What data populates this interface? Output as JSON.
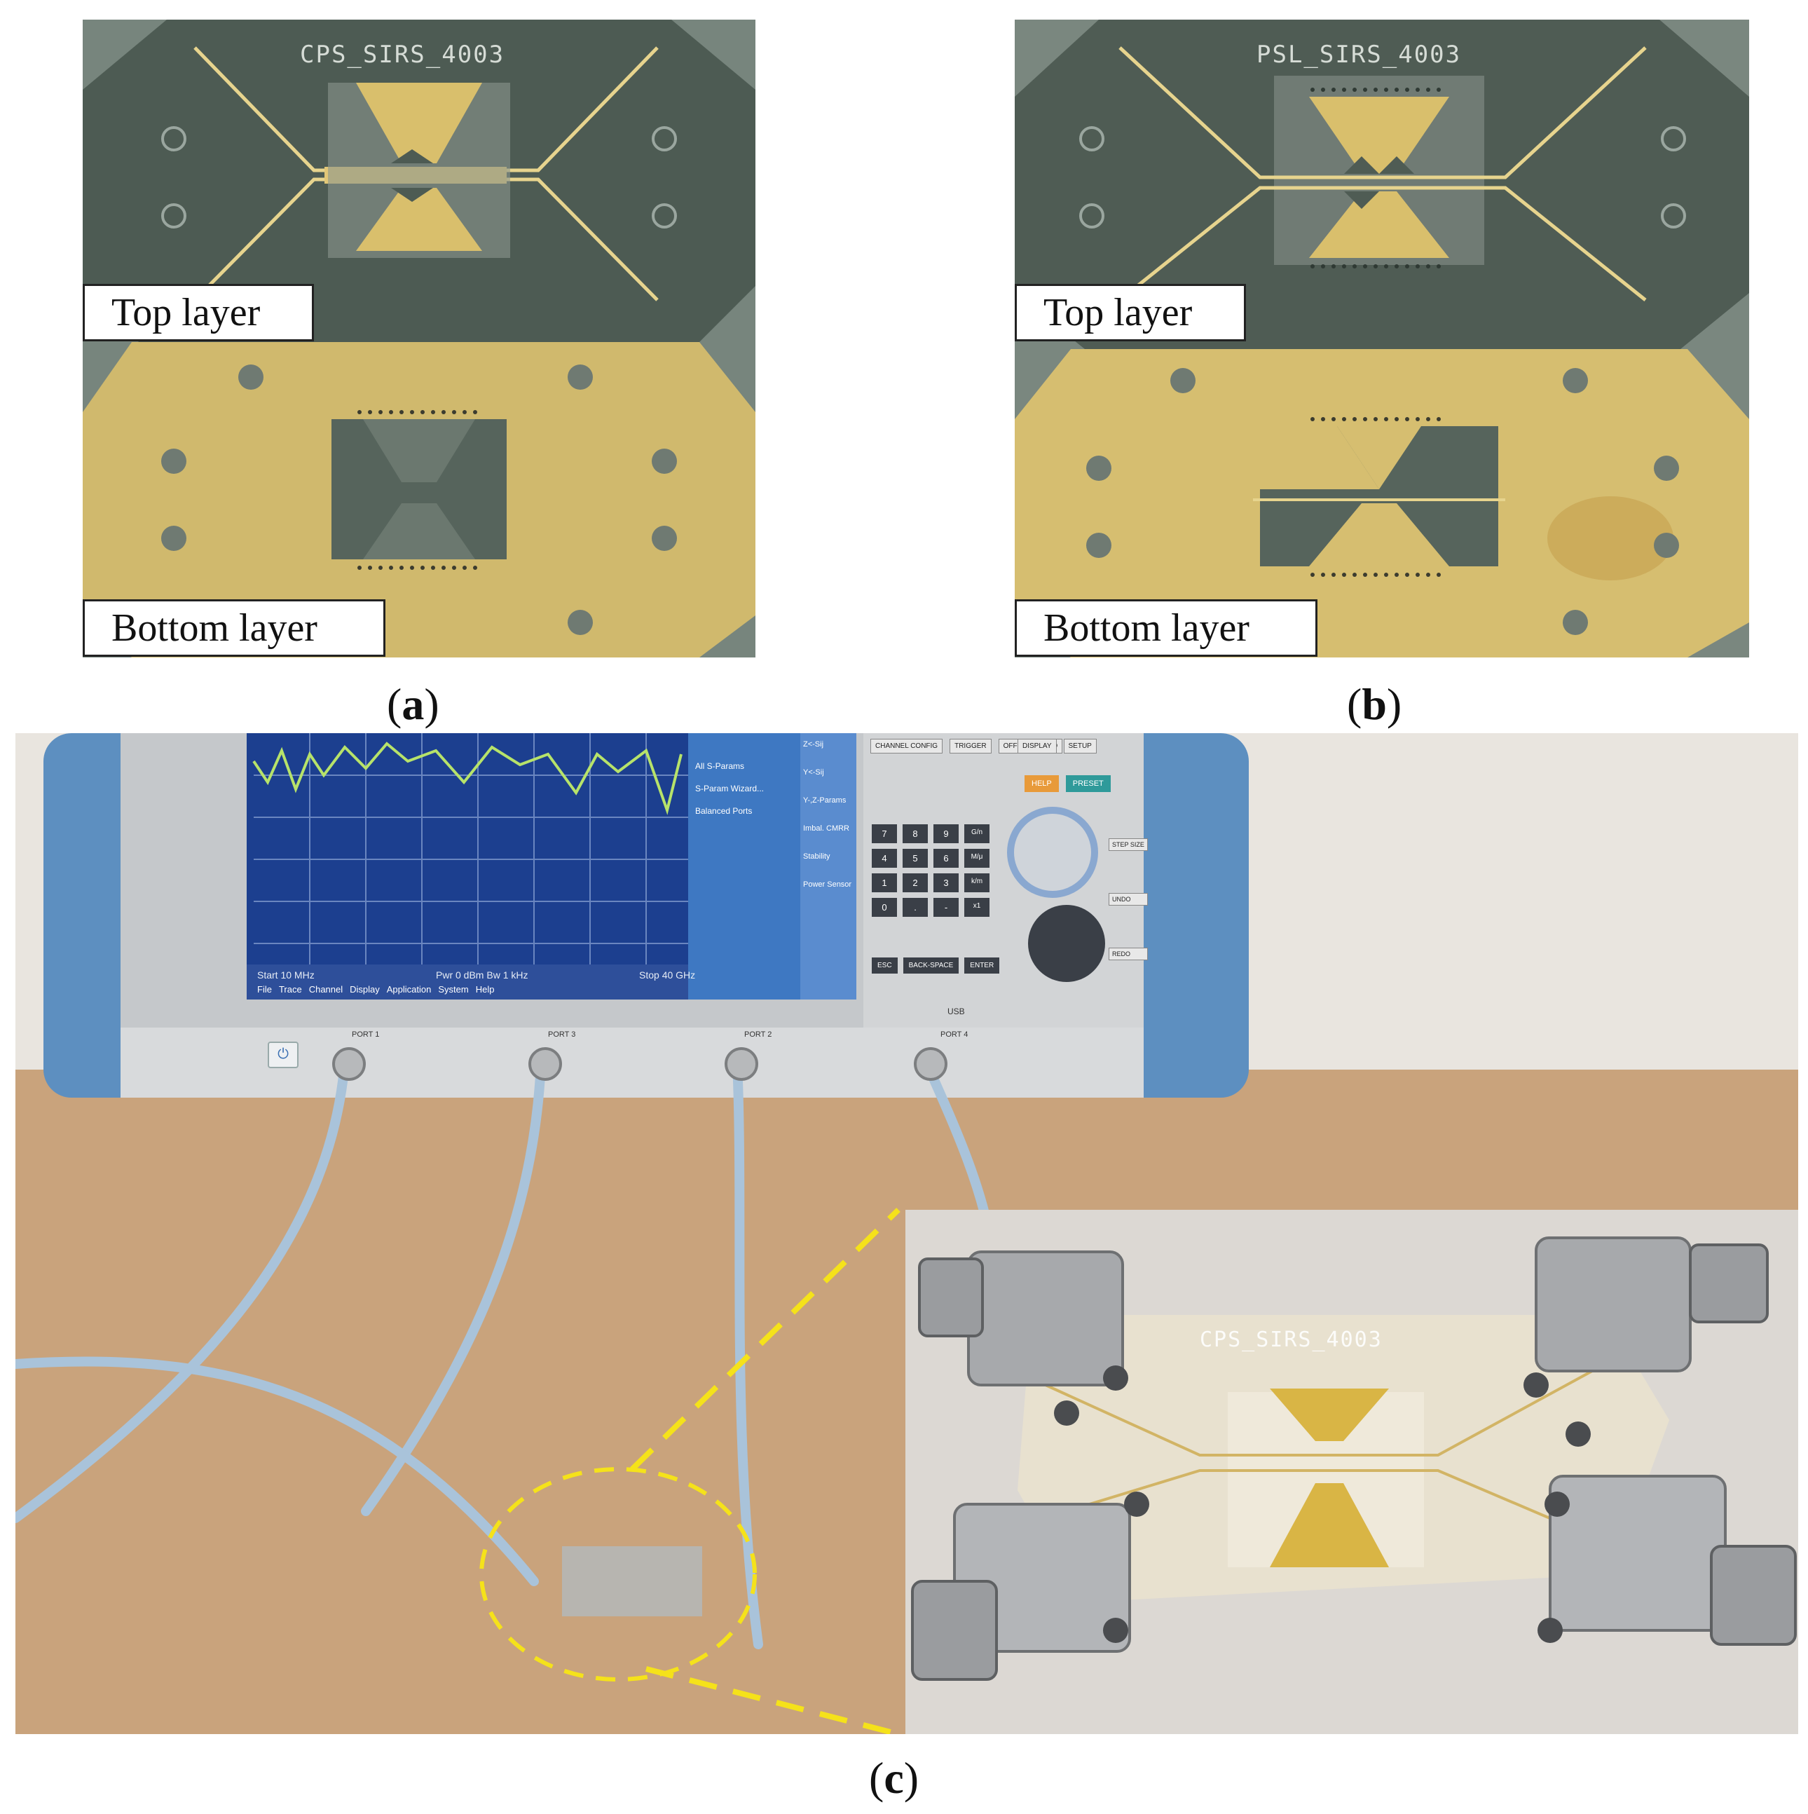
{
  "panels": {
    "a": {
      "caption_open": "(",
      "caption_letter": "a",
      "caption_close": ")",
      "board_label": "CPS_SIRS_4003",
      "top_label": "Top layer",
      "bottom_label": "Bottom layer"
    },
    "b": {
      "caption_open": "(",
      "caption_letter": "b",
      "caption_close": ")",
      "board_label": "PSL_SIRS_4003",
      "top_label": "Top layer",
      "bottom_label": "Bottom layer"
    },
    "c": {
      "caption_open": "(",
      "caption_letter": "c",
      "caption_close": ")",
      "inset_board_label": "CPS_SIRS_4003",
      "instrument": {
        "keys": [
          "CHANNEL CONFIG",
          "TRIGGER",
          "OFFSET EMBED",
          "DISPLAY",
          "SETUP",
          "HELP",
          "PRESET",
          "STEP SIZE",
          "UNDO",
          "REDO",
          "ESC",
          "BACK-SPACE",
          "ENTER"
        ],
        "keypad": [
          "7",
          "8",
          "9",
          "G/n",
          "4",
          "5",
          "6",
          "M/μ",
          "1",
          "2",
          "3",
          "k/m",
          "0",
          ".",
          "-",
          "x1"
        ],
        "softkeys": [
          "All S-Params",
          "S-Param Wizard...",
          "Balanced Ports",
          "Z<-Sij",
          "Y<-Sij",
          "Y-,Z-Params",
          "Imbal. CMRR",
          "Stability",
          "Power Sensor"
        ],
        "menu": [
          "File",
          "Trace",
          "Channel",
          "Display",
          "Application",
          "System",
          "Help"
        ],
        "status": [
          "Start 10 MHz",
          "Pwr 0 dBm  Bw 1 kHz",
          "Stop 40 GHz"
        ],
        "ports": [
          "PORT 1",
          "PORT 3",
          "PORT 2",
          "PORT 4"
        ],
        "usb_label": "USB"
      }
    }
  },
  "colors": {
    "board_dark": "#4c5a52",
    "gold": "#d7bd6b",
    "annotation": "#f5e21a",
    "cable": "#a9c3da",
    "instrument_frame": "#5d8fc0",
    "wood": "#c9a47e",
    "inset_bg": "#d9d5d0"
  }
}
